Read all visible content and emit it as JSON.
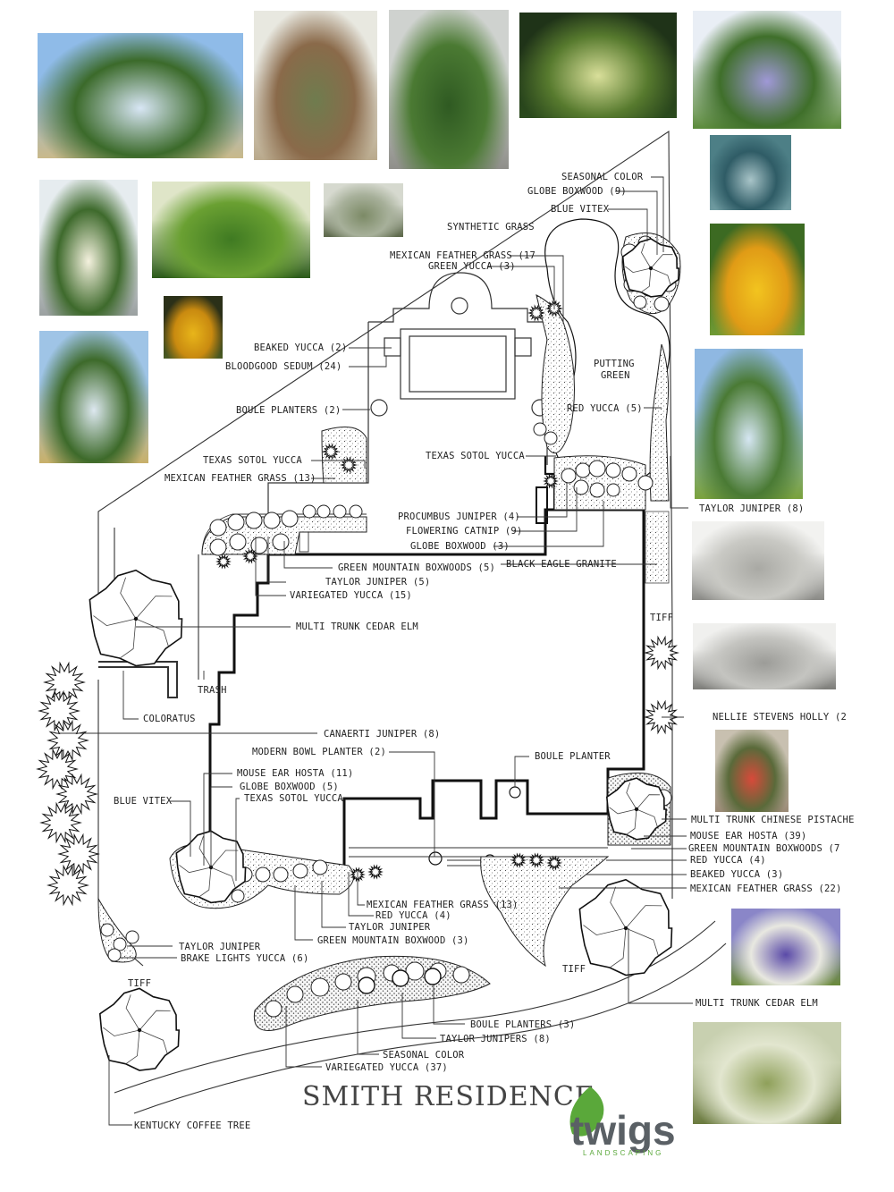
{
  "title": "SMITH RESIDENCE",
  "logo": {
    "text": "twigs",
    "subtext": "LANDSCAPING",
    "leaf_color": "#5aa83a",
    "text_color": "#5a6065"
  },
  "area_labels": {
    "synthetic_grass": "SYNTHETIC GRASS",
    "putting_green_1": "PUTTING",
    "putting_green_2": "GREEN",
    "tiff_1": "TIFF",
    "tiff_2": "TIFF",
    "tiff_3": "TIFF",
    "trash": "TRASH"
  },
  "labels": {
    "seasonal_color_top": "SEASONAL COLOR",
    "globe_boxwood_9": "GLOBE BOXWOOD (9)",
    "blue_vitex_top": "BLUE VITEX",
    "mexican_feather_grass_17": "MEXICAN FEATHER GRASS (17",
    "green_yucca_3": "GREEN YUCCA (3)",
    "beaked_yucca_2": "BEAKED YUCCA (2)",
    "bloodgood_sedum_24": "BLOODGOOD SEDUM (24)",
    "boule_planters_2": "BOULE PLANTERS (2)",
    "red_yucca_5": "RED YUCCA (5)",
    "texas_sotol_yucca_left": "TEXAS SOTOL YUCCA",
    "texas_sotol_yucca_center": "TEXAS SOTOL YUCCA",
    "mexican_feather_grass_13": "MEXICAN FEATHER GRASS (13)",
    "procumbus_juniper_4": "PROCUMBUS JUNIPER (4)",
    "flowering_catnip_9": "FLOWERING CATNIP (9)",
    "globe_boxwood_3": "GLOBE BOXWOOD (3)",
    "taylor_juniper_8": "TAYLOR JUNIPER (8)",
    "green_mountain_boxwoods_5": "GREEN MOUNTAIN BOXWOODS (5)",
    "taylor_juniper_5": "TAYLOR JUNIPER (5)",
    "black_eagle_granite": "BLACK EAGLE GRANITE",
    "variegated_yucca_15": "VARIEGATED YUCCA (15)",
    "multi_trunk_cedar_elm_top": "MULTI TRUNK CEDAR ELM",
    "coloratus": "COLORATUS",
    "nellie_stevens_holly": "NELLIE STEVENS HOLLY (2",
    "canaerti_juniper_8": "CANAERTI JUNIPER (8)",
    "modern_bowl_planter_2": "MODERN BOWL PLANTER (2)",
    "boule_planter": "BOULE PLANTER",
    "mouse_ear_hosta_11": "MOUSE EAR HOSTA (11)",
    "globe_boxwood_5": "GLOBE BOXWOOD (5)",
    "texas_sotol_yucca_lower": "TEXAS SOTOL YUCCA",
    "blue_vitex_left": "BLUE VITEX",
    "multi_trunk_chinese_pistache": "MULTI TRUNK CHINESE PISTACHE",
    "mouse_ear_hosta_39": "MOUSE EAR HOSTA (39)",
    "green_mountain_boxwoods_7": "GREEN MOUNTAIN BOXWOODS (7",
    "red_yucca_4_right": "RED YUCCA (4)",
    "beaked_yucca_3": "BEAKED YUCCA (3)",
    "mexican_feather_grass_22": "MEXICAN FEATHER GRASS (22)",
    "mexican_feather_grass_13b": "MEXICAN FEATHER GRASS (13)",
    "red_yucca_4_center": "RED YUCCA (4)",
    "taylor_juniper_center": "TAYLOR JUNIPER",
    "green_mountain_boxwood_3": "GREEN MOUNTAIN BOXWOOD (3)",
    "taylor_juniper_left": "TAYLOR JUNIPER",
    "brake_lights_yucca_6": "BRAKE LIGHTS YUCCA (6)",
    "multi_trunk_cedar_elm_bottom": "MULTI TRUNK CEDAR ELM",
    "boule_planters_3": "BOULE PLANTERS (3)",
    "taylor_junipers_8": "TAYLOR JUNIPERS (8)",
    "seasonal_color_bottom": "SEASONAL COLOR",
    "variegated_yucca_37": "VARIEGATED YUCCA (37)",
    "kentucky_coffee_tree": "KENTUCKY COFFEE TREE"
  },
  "photos": [
    {
      "subject": "crape-myrtle-tree",
      "palette": [
        "#8fbbe8",
        "#d8e6f5",
        "#3b6a2a",
        "#c9b98a"
      ]
    },
    {
      "subject": "balled-yucca-plants",
      "palette": [
        "#e8e8e0",
        "#6f7c4e",
        "#8a6a4a",
        "#b9a98c"
      ]
    },
    {
      "subject": "cone-boxwood",
      "palette": [
        "#cfd2cf",
        "#2f5a22",
        "#4b7a33",
        "#8f8f8a"
      ]
    },
    {
      "subject": "variegated-yucca",
      "palette": [
        "#1f3318",
        "#d9df9a",
        "#577a2e",
        "#2b4a1d"
      ]
    },
    {
      "subject": "vitex-tree",
      "palette": [
        "#e9eef5",
        "#9f98d6",
        "#3f6f2a",
        "#5a8a3a"
      ]
    },
    {
      "subject": "blooming-yucca",
      "palette": [
        "#e6ecef",
        "#f4f1de",
        "#3e6a2c",
        "#9aa0a0"
      ]
    },
    {
      "subject": "round-boxwoods",
      "palette": [
        "#dfe5c8",
        "#3f7a22",
        "#6aa032",
        "#2a5a18"
      ]
    },
    {
      "subject": "sotol-grass",
      "palette": [
        "#d6d9cf",
        "#7c8a66",
        "#a7b09a",
        "#5a6648"
      ]
    },
    {
      "subject": "blue-hosta",
      "palette": [
        "#4d7f86",
        "#a8c4c8",
        "#2f5c66",
        "#6f9aa0"
      ]
    },
    {
      "subject": "black-eyed-susan",
      "palette": [
        "#2b3018",
        "#e8b51a",
        "#c98a10",
        "#4a5a22"
      ]
    },
    {
      "subject": "yellow-daylily",
      "palette": [
        "#3c6a22",
        "#f2c41f",
        "#e09b16",
        "#6f9a34"
      ]
    },
    {
      "subject": "taylor-juniper",
      "palette": [
        "#8fb8e2",
        "#d5e6f2",
        "#4a7a34",
        "#7aa23c"
      ]
    },
    {
      "subject": "columnar-juniper",
      "palette": [
        "#9fc4e6",
        "#dde8f0",
        "#3d6a2a",
        "#c8b06a"
      ]
    },
    {
      "subject": "round-planters",
      "palette": [
        "#f2f2f0",
        "#a9a9a4",
        "#c9c9c4",
        "#8a8a86"
      ]
    },
    {
      "subject": "bowl-planters",
      "palette": [
        "#f0f0ee",
        "#9c9c98",
        "#c4c4c0",
        "#7c7c78"
      ]
    },
    {
      "subject": "red-yucca",
      "palette": [
        "#c8c0b0",
        "#d84a3a",
        "#5a6a3a",
        "#9a8a76"
      ]
    },
    {
      "subject": "catmint-lavender",
      "palette": [
        "#8a86c8",
        "#5a4aa8",
        "#e8e8e0",
        "#6a8a3a"
      ]
    },
    {
      "subject": "mexican-feather-grass",
      "palette": [
        "#c8d0b0",
        "#8fa05a",
        "#e2e6cf",
        "#6a7a3e"
      ]
    }
  ]
}
